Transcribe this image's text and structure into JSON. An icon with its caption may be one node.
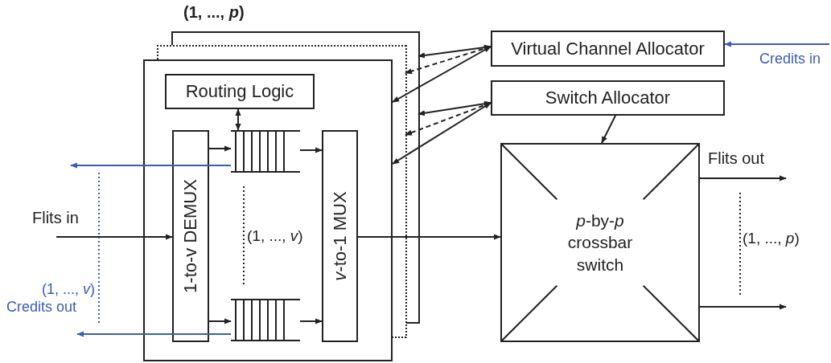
{
  "diagram": {
    "nodes": [
      {
        "text": [],
        "shape": "box"
      },
      {
        "text": [],
        "shape": "box"
      },
      {
        "text": [],
        "shape": "box"
      },
      {
        "text": [
          "Routing Logic"
        ],
        "in": 2
      },
      {
        "text": [
          "1-to-v DEMUX"
        ],
        "in": 2
      },
      {
        "text": [],
        "shape": "queue",
        "in": 2
      },
      {
        "text": [],
        "shape": "queue",
        "in": 2
      },
      {
        "text": [
          "*v*-to-1 MUX"
        ],
        "in": 2
      },
      {
        "text": [
          "Virtual Channel Allocator"
        ]
      },
      {
        "text": [
          "Switch Allocator"
        ]
      },
      {
        "text": [
          "*p*-by-*p* crossbar switch"
        ]
      }
    ],
    "edges": [
      {
        "from": null,
        "to": 4,
        "arrow": "to"
      },
      {
        "from": 3,
        "to": 5,
        "arrow": "both"
      },
      {
        "from": 4,
        "to": 5,
        "arrow": "to"
      },
      {
        "from": 4,
        "to": 6,
        "arrow": "to"
      },
      {
        "from": 5,
        "to": 7,
        "arrow": "to"
      },
      {
        "from": 6,
        "to": 7,
        "arrow": "to"
      },
      {
        "from": 5,
        "to": null,
        "arrow": "to",
        "color": "#3a5cb8"
      },
      {
        "from": 6,
        "to": null,
        "arrow": "to",
        "color": "#3a5cb8"
      },
      {
        "from": 7,
        "to": 10,
        "arrow": "to"
      },
      {
        "from": null,
        "to": 8,
        "arrow": "to",
        "color": "#3a5cb8"
      },
      {
        "from": 8,
        "to": 1,
        "arrow": "both"
      },
      {
        "from": 8,
        "to": 0,
        "arrow": "both",
        "style": "dashed"
      },
      {
        "from": 8,
        "to": 2,
        "arrow": "both"
      },
      {
        "from": 9,
        "to": 1,
        "arrow": "both"
      },
      {
        "from": 9,
        "to": 0,
        "arrow": "both",
        "style": "dashed"
      },
      {
        "from": 9,
        "to": 2,
        "arrow": "both"
      },
      {
        "from": 9,
        "to": 10,
        "arrow": "to"
      },
      {
        "from": 10,
        "to": null,
        "arrow": "to"
      },
      {
        "from": 10,
        "to": null,
        "arrow": "to"
      }
    ],
    "labels": [
      "(1, ..., *p*)",
      "Credits in",
      "Flits out",
      "Flits in",
      "(1, ..., *v*)",
      "(1, ..., *p*)",
      "(1, ..., *v*)",
      "Credits out"
    ]
  }
}
